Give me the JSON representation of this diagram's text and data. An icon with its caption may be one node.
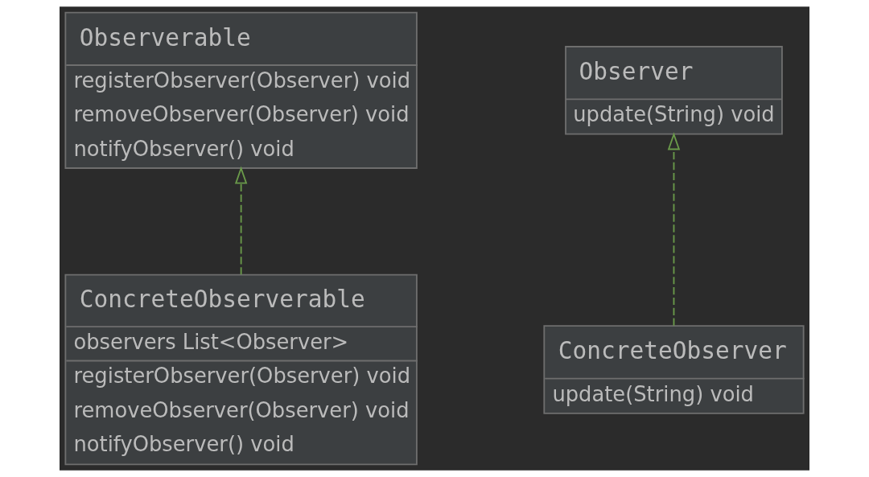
{
  "diagram": {
    "nodes": [
      {
        "text": [
          "Observerable",
          "registerObserver(Observer) void",
          "removeObserver(Observer) void",
          "notifyObserver() void"
        ]
      },
      {
        "text": [
          "Observer",
          "update(String) void"
        ]
      },
      {
        "text": [
          "ConcreteObserverable",
          "observers List<Observer>",
          "registerObserver(Observer) void",
          "removeObserver(Observer) void",
          "notifyObserver() void"
        ]
      },
      {
        "text": [
          "ConcreteObserver",
          "update(String) void"
        ]
      }
    ],
    "edges": [
      {
        "from": 2,
        "to": 0,
        "arrow": "to",
        "style": "dashed"
      },
      {
        "from": 3,
        "to": 1,
        "arrow": "to",
        "style": "dashed"
      }
    ]
  }
}
